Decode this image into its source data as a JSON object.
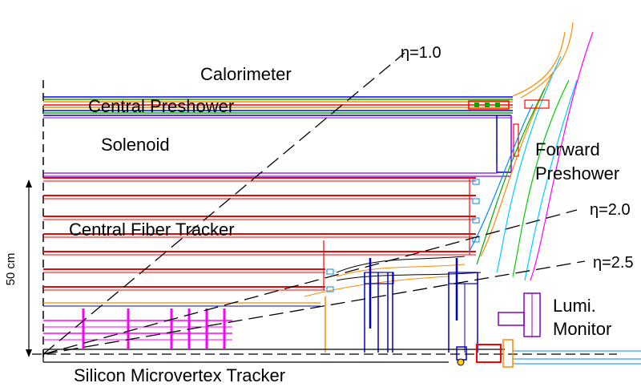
{
  "labels": {
    "calorimeter": "Calorimeter",
    "central_preshower": "Central Preshower",
    "solenoid": "Solenoid",
    "forward_preshower_line1": "Forward",
    "forward_preshower_line2": "Preshower",
    "central_fiber_tracker": "Central Fiber Tracker",
    "lumi_monitor_line1": "Lumi.",
    "lumi_monitor_line2": "Monitor",
    "silicon_microvertex_tracker": "Silicon Microvertex Tracker",
    "eta_1_0": "η=1.0",
    "eta_2_0": "η=2.0",
    "eta_2_5": "η=2.5",
    "scale_bar": "50 cm"
  },
  "colors": {
    "preshower_lines": [
      "#0000ff",
      "#00aa00",
      "#ff8800",
      "#ff0000"
    ],
    "fiber_tracker": "#ff0000",
    "solenoid": "#8800ff",
    "forward_preshower": "#00ccff",
    "cables": "#ff8800",
    "smt": "#ff00ff",
    "support": "#0000cc",
    "lumi": "#8800cc",
    "axis": "#000000"
  }
}
